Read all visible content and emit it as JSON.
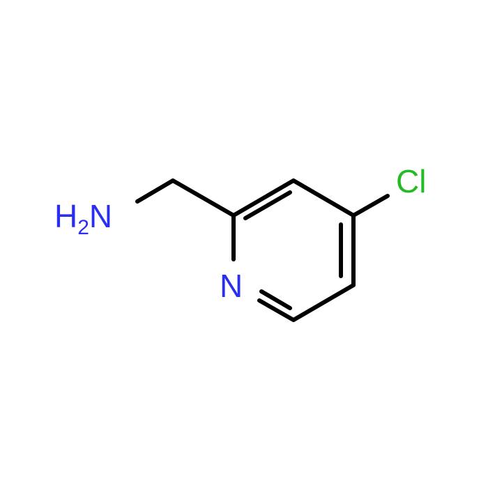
{
  "molecule": {
    "atoms": {
      "amine": {
        "element": "H",
        "subscript": "2",
        "suffix": "N",
        "color": "#2a2ef0"
      },
      "ring_nitrogen": {
        "label": "N",
        "color": "#2a2ef0"
      },
      "chlorine": {
        "label": "Cl",
        "color": "#22bb22"
      }
    },
    "bond_color": "#000000",
    "background": "#ffffff"
  }
}
